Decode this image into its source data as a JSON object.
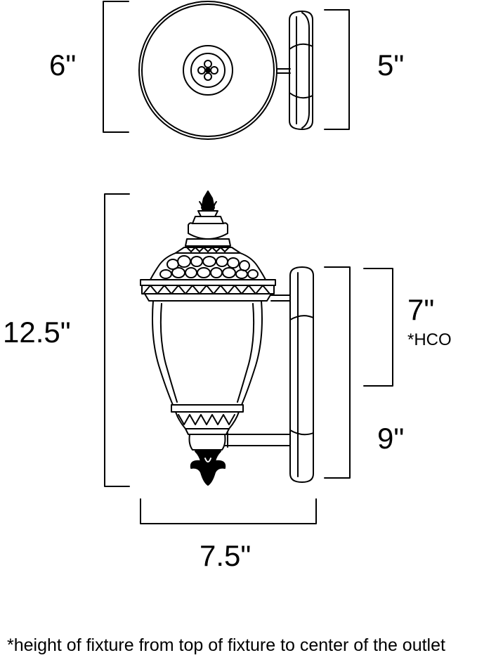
{
  "dimensions": {
    "top_width": "6\"",
    "top_depth": "5\"",
    "height": "12.5\"",
    "hco": "7\"",
    "hco_label": "*HCO",
    "extension": "9\"",
    "width": "7.5\""
  },
  "footnote": "*height of fixture from top of fixture to center of the outlet"
}
